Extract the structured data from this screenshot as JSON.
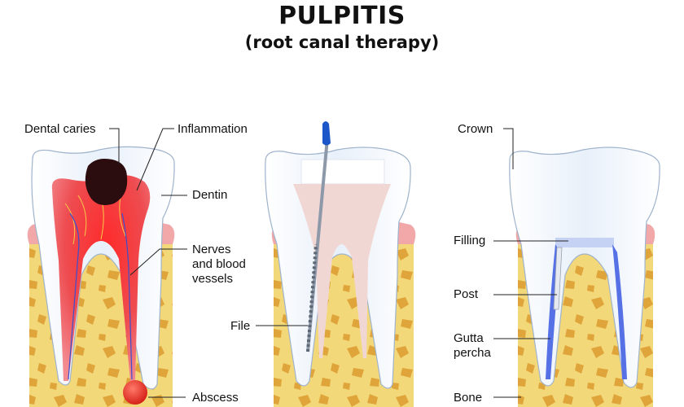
{
  "title": "PULPITIS",
  "subtitle": "(root canal therapy)",
  "labels": {
    "dental_caries": "Dental caries",
    "inflammation": "Inflammation",
    "dentin": "Dentin",
    "nerves": [
      "Nerves",
      "and blood",
      "vessels"
    ],
    "abscess": "Abscess",
    "file": "File",
    "crown": "Crown",
    "filling": "Filling",
    "post": "Post",
    "gutta": [
      "Gutta",
      "percha"
    ],
    "bone": "Bone"
  },
  "colors": {
    "bone": "#f3d87a",
    "bone_spot": "#dfa53a",
    "gum": "#f2a8a8",
    "enamel": "#f4f8fd",
    "pulp_inflamed": "#e8353a",
    "pulp_treated": "#f1d7d3",
    "abscess": "#e1261c",
    "caries": "#2b0d10",
    "file_handle": "#1d56c9",
    "gutta_percha": "#5670e6"
  }
}
